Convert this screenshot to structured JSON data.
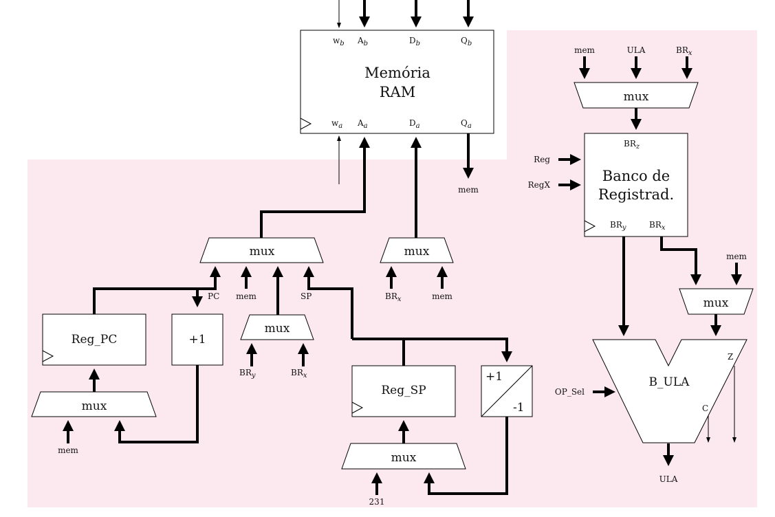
{
  "colors": {
    "background_region": "#fce8ef",
    "stroke": "#000000",
    "box_fill": "#ffffff"
  },
  "ram": {
    "title_line1": "Memória",
    "title_line2": "RAM",
    "port_wb": "w",
    "port_wb_sub": "b",
    "port_ab": "A",
    "port_ab_sub": "b",
    "port_db": "D",
    "port_db_sub": "b",
    "port_qb": "Q",
    "port_qb_sub": "b",
    "port_wa": "w",
    "port_wa_sub": "a",
    "port_aa": "A",
    "port_aa_sub": "a",
    "port_da": "D",
    "port_da_sub": "a",
    "port_qa": "Q",
    "port_qa_sub": "a",
    "out_label": "mem"
  },
  "mux_label": "mux",
  "regbank": {
    "title_line1": "Banco de",
    "title_line2": "Registrad.",
    "in_reg": "Reg",
    "in_regx": "RegX",
    "brz": "BR",
    "brz_sub": "z",
    "bry": "BR",
    "bry_sub": "y",
    "brx": "BR",
    "brx_sub": "x",
    "mux_in_mem": "mem",
    "mux_in_ula": "ULA",
    "mux_in_brx": "BR",
    "mux_in_brx_sub": "x"
  },
  "ula": {
    "title": "B_ULA",
    "sel": "OP_Sel",
    "flag_z": "Z",
    "flag_c": "C",
    "out": "ULA",
    "mux_in_mem": "mem"
  },
  "addr_mux": {
    "in_pc": "PC",
    "in_mem": "mem",
    "in_sp": "SP"
  },
  "data_mux": {
    "in_brx": "BR",
    "in_brx_sub": "x",
    "in_mem": "mem"
  },
  "small_mux": {
    "in_bry": "BR",
    "in_bry_sub": "y",
    "in_brx": "BR",
    "in_brx_sub": "x"
  },
  "reg_pc": {
    "title": "Reg_PC",
    "inc": "+1",
    "mux_in_mem": "mem"
  },
  "reg_sp": {
    "title": "Reg_SP",
    "inc": "+1",
    "dec": "-1",
    "mux_in_const": "231"
  }
}
